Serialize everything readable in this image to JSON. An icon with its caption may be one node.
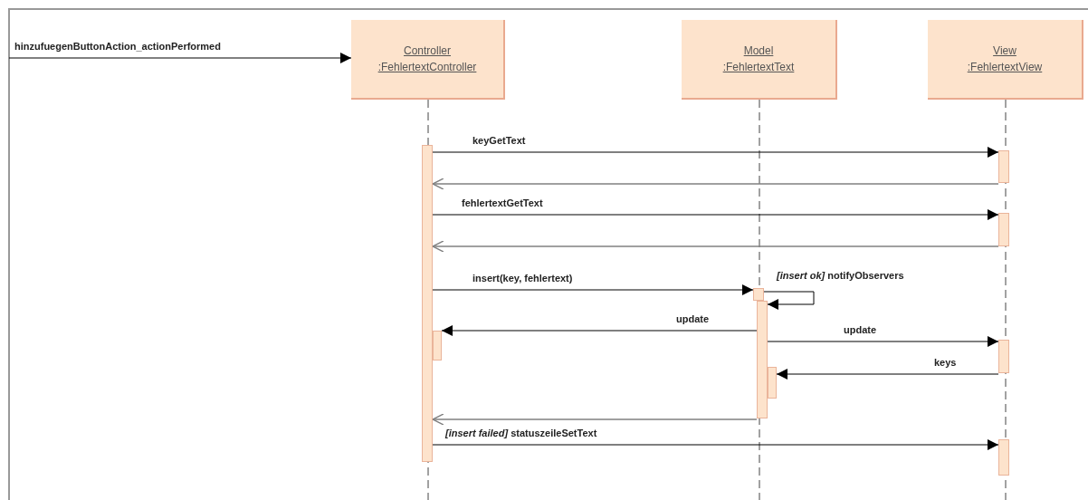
{
  "diagram": {
    "nodes": [
      {
        "text": [
          "Controller :FehlertextController"
        ]
      },
      {
        "text": [
          "Model :FehlertextText"
        ]
      },
      {
        "text": [
          "View :FehlertextView"
        ]
      },
      {
        "text": [],
        "shape": "bar"
      },
      {
        "text": [],
        "shape": "bar"
      },
      {
        "text": [],
        "shape": "bar"
      },
      {
        "text": [],
        "shape": "bar"
      },
      {
        "text": [],
        "shape": "bar"
      },
      {
        "text": [],
        "shape": "bar"
      },
      {
        "text": [],
        "shape": "bar"
      },
      {
        "text": [],
        "shape": "bar"
      },
      {
        "text": [],
        "shape": "bar"
      }
    ],
    "edges": [
      {
        "from": null,
        "to": 0,
        "arrow": "to",
        "label": "hinzufuegenButtonAction_actionPerformed"
      },
      {
        "from": 3,
        "to": 5,
        "arrow": "to",
        "label": "keyGetText"
      },
      {
        "from": 5,
        "to": 3,
        "arrow": "to",
        "color": "#808080"
      },
      {
        "from": 3,
        "to": 6,
        "arrow": "to",
        "label": "fehlertextGetText"
      },
      {
        "from": 6,
        "to": 3,
        "arrow": "to",
        "color": "#808080"
      },
      {
        "from": 3,
        "to": 7,
        "arrow": "to",
        "label": "insert(key, fehlertext)"
      },
      {
        "from": 7,
        "to": 8,
        "arrow": "to",
        "label": "*[insert ok]* notifyObservers"
      },
      {
        "from": 8,
        "to": 4,
        "arrow": "to",
        "label": "update"
      },
      {
        "from": 8,
        "to": 10,
        "arrow": "to",
        "label": "update"
      },
      {
        "from": 10,
        "to": 9,
        "arrow": "to",
        "label": "keys"
      },
      {
        "from": 8,
        "to": 3,
        "arrow": "to",
        "color": "#808080"
      },
      {
        "from": 3,
        "to": 11,
        "arrow": "to",
        "label": "*[insert failed]* statuszeileSetText"
      }
    ]
  }
}
